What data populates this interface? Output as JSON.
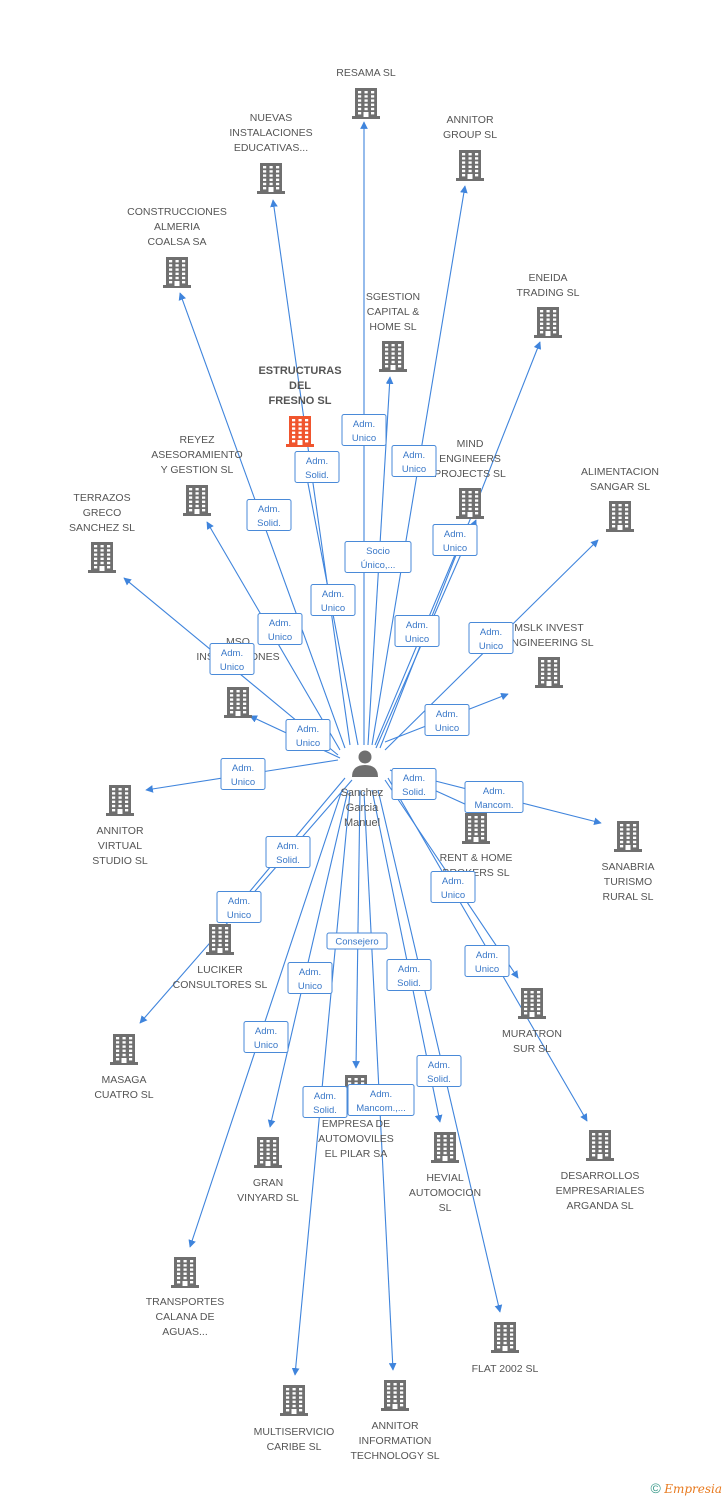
{
  "colors": {
    "edge": "#3f84dc",
    "building": "#6f6f6f",
    "focus_building": "#f0552e",
    "label": "#555555",
    "rel_text": "#3a78c8"
  },
  "center": {
    "name_lines": [
      "Sanchez",
      "Garcia",
      "Manuel"
    ],
    "icon": "person-icon"
  },
  "companies": [
    {
      "id": "resama",
      "lines": [
        "RESAMA SL"
      ],
      "focus": false
    },
    {
      "id": "nuevas",
      "lines": [
        "NUEVAS",
        "INSTALACIONES",
        "EDUCATIVAS..."
      ],
      "focus": false
    },
    {
      "id": "annitor-group",
      "lines": [
        "ANNITOR",
        "GROUP SL"
      ],
      "focus": false
    },
    {
      "id": "construcciones",
      "lines": [
        "CONSTRUCCIONES",
        "ALMERIA",
        "COALSA SA"
      ],
      "focus": false
    },
    {
      "id": "eneida",
      "lines": [
        "ENEIDA",
        "TRADING SL"
      ],
      "focus": false
    },
    {
      "id": "sgestion",
      "lines": [
        "SGESTION",
        "CAPITAL &",
        "HOME SL"
      ],
      "focus": false
    },
    {
      "id": "estructuras",
      "lines": [
        "ESTRUCTURAS",
        "DEL",
        "FRESNO SL"
      ],
      "focus": true
    },
    {
      "id": "reyez",
      "lines": [
        "REYEZ",
        "ASESORAMIENTO",
        "Y GESTION SL"
      ],
      "focus": false
    },
    {
      "id": "mind",
      "lines": [
        "MIND",
        "ENGINEERS",
        "PROJECTS SL"
      ],
      "focus": false
    },
    {
      "id": "alimentacion",
      "lines": [
        "ALIMENTACION",
        "SANGAR  SL"
      ],
      "focus": false
    },
    {
      "id": "terrazos",
      "lines": [
        "TERRAZOS",
        "GRECO",
        "SANCHEZ SL"
      ],
      "focus": false
    },
    {
      "id": "mslk",
      "lines": [
        "MSLK INVEST",
        "ENGINEERING  SL"
      ],
      "focus": false
    },
    {
      "id": "mso",
      "lines": [
        "MSO",
        "INSTALACIONES",
        "SL"
      ],
      "focus": false
    },
    {
      "id": "annitor-virtual",
      "lines": [
        "ANNITOR",
        "VIRTUAL",
        "STUDIO SL"
      ],
      "focus": false
    },
    {
      "id": "rent-home",
      "lines": [
        "RENT & HOME",
        "BROKERS SL"
      ],
      "focus": false
    },
    {
      "id": "sanabria",
      "lines": [
        "SANABRIA",
        "TURISMO",
        "RURAL SL"
      ],
      "focus": false
    },
    {
      "id": "luciker",
      "lines": [
        "LUCIKER",
        "CONSULTORES SL"
      ],
      "focus": false
    },
    {
      "id": "muratron",
      "lines": [
        "MURATRON",
        "SUR SL"
      ],
      "focus": false
    },
    {
      "id": "masaga",
      "lines": [
        "MASAGA",
        "CUATRO SL"
      ],
      "focus": false
    },
    {
      "id": "empresa",
      "lines": [
        "EMPRESA DE",
        "AUTOMOVILES",
        "EL PILAR SA"
      ],
      "focus": false
    },
    {
      "id": "hevial",
      "lines": [
        "HEVIAL",
        "AUTOMOCION",
        "SL"
      ],
      "focus": false
    },
    {
      "id": "desarrollos",
      "lines": [
        "DESARROLLOS",
        "EMPRESARIALES",
        "ARGANDA SL"
      ],
      "focus": false
    },
    {
      "id": "gran",
      "lines": [
        "GRAN",
        "VINYARD SL"
      ],
      "focus": false
    },
    {
      "id": "transportes",
      "lines": [
        "TRANSPORTES",
        "CALANA DE",
        "AGUAS..."
      ],
      "focus": false
    },
    {
      "id": "flat",
      "lines": [
        "FLAT 2002 SL"
      ],
      "focus": false
    },
    {
      "id": "multiservicio",
      "lines": [
        "MULTISERVICIO",
        "CARIBE SL"
      ],
      "focus": false
    },
    {
      "id": "annitor-info",
      "lines": [
        "ANNITOR",
        "INFORMATION",
        "TECHNOLOGY SL"
      ],
      "focus": false
    }
  ],
  "relations": [
    {
      "target": "resama",
      "lines": [
        "Adm.",
        "Unico"
      ]
    },
    {
      "target": "estructuras",
      "lines": [
        "Adm.",
        "Solid."
      ]
    },
    {
      "target": "sgestion",
      "lines": [
        "Adm.",
        "Unico"
      ]
    },
    {
      "target": "annitor-group",
      "lines": [
        "Adm.",
        "Unico"
      ]
    },
    {
      "target": "nuevas",
      "lines": [
        "Adm.",
        "Solid."
      ]
    },
    {
      "target": "mind",
      "lines": [
        "Socio",
        "Único,..."
      ]
    },
    {
      "target": "eneida",
      "lines": [
        "Adm.",
        "Unico"
      ]
    },
    {
      "target": "construcciones",
      "lines": [
        "Adm.",
        "Unico"
      ]
    },
    {
      "target": "reyez",
      "lines": [
        "Adm.",
        "Unico"
      ]
    },
    {
      "target": "alimentacion",
      "lines": [
        "Adm.",
        "Unico"
      ]
    },
    {
      "target": "mind2",
      "lines": [
        "Adm.",
        "Unico"
      ]
    },
    {
      "target": "terrazos",
      "lines": [
        "Adm.",
        "Unico"
      ]
    },
    {
      "target": "mso",
      "lines": [
        "Adm.",
        "Unico"
      ]
    },
    {
      "target": "mslk",
      "lines": [
        "Adm.",
        "Unico"
      ]
    },
    {
      "target": "annitor-virtual",
      "lines": [
        "Adm.",
        "Unico"
      ]
    },
    {
      "target": "rent-home",
      "lines": [
        "Adm.",
        "Solid."
      ]
    },
    {
      "target": "sanabria",
      "lines": [
        "Adm.",
        "Mancom."
      ]
    },
    {
      "target": "luciker",
      "lines": [
        "Adm.",
        "Solid."
      ]
    },
    {
      "target": "masaga",
      "lines": [
        "Adm.",
        "Unico"
      ]
    },
    {
      "target": "muratron",
      "lines": [
        "Adm.",
        "Unico"
      ]
    },
    {
      "target": "desarrollos",
      "lines": [
        "Adm.",
        "Unico"
      ]
    },
    {
      "target": "empresa",
      "lines": [
        "Consejero"
      ]
    },
    {
      "target": "gran",
      "lines": [
        "Adm.",
        "Unico"
      ]
    },
    {
      "target": "hevial",
      "lines": [
        "Adm.",
        "Solid."
      ]
    },
    {
      "target": "transportes",
      "lines": [
        "Adm.",
        "Unico"
      ]
    },
    {
      "target": "multiservicio",
      "lines": [
        "Adm.",
        "Solid."
      ]
    },
    {
      "target": "annitor-info",
      "lines": [
        "Adm.",
        "Mancom.,..."
      ]
    },
    {
      "target": "flat",
      "lines": [
        "Adm.",
        "Solid."
      ]
    }
  ],
  "footer": {
    "copyright": "©",
    "brand": "Empresia"
  }
}
